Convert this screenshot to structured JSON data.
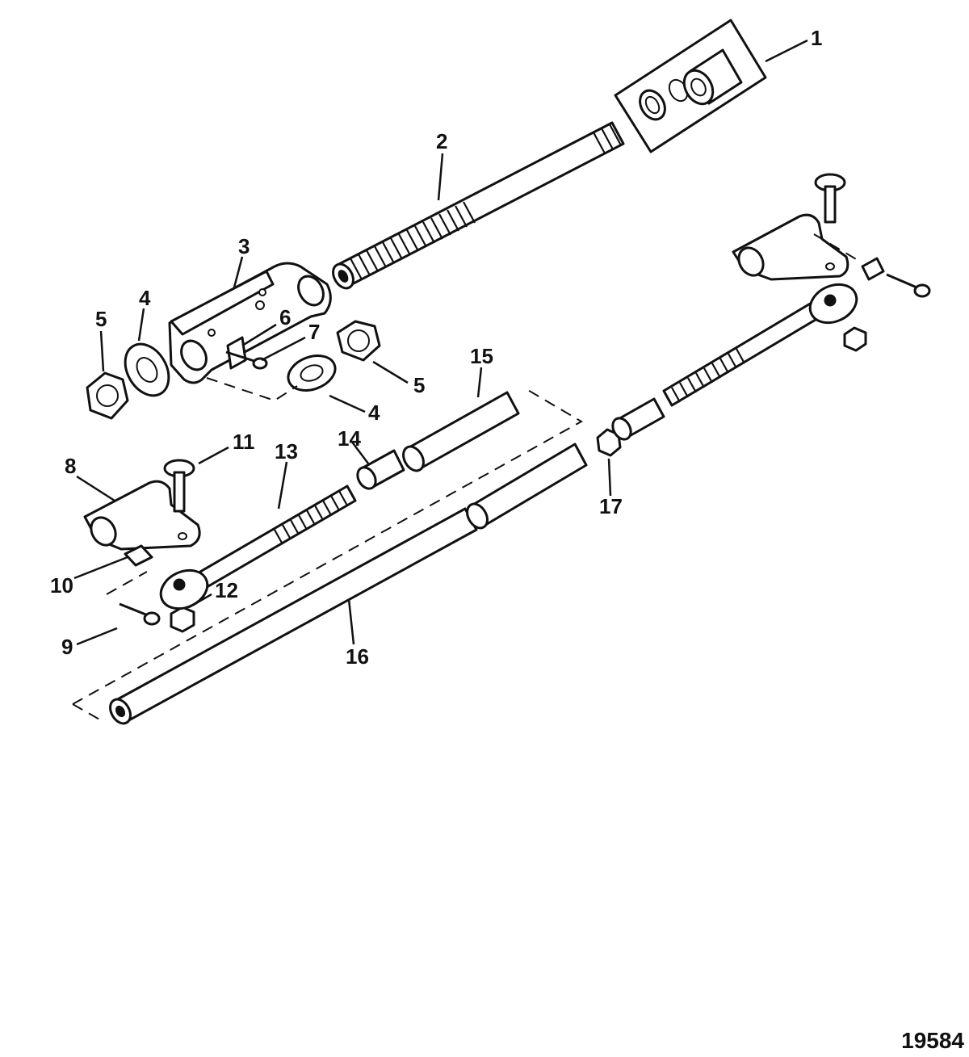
{
  "figure_number": "19584",
  "callouts": {
    "c1": "1",
    "c2": "2",
    "c3": "3",
    "c4a": "4",
    "c4b": "4",
    "c5a": "5",
    "c5b": "5",
    "c6": "6",
    "c7": "7",
    "c8": "8",
    "c9": "9",
    "c10": "10",
    "c11": "11",
    "c12": "12",
    "c13": "13",
    "c14": "14",
    "c15": "15",
    "c16": "16",
    "c17": "17"
  }
}
